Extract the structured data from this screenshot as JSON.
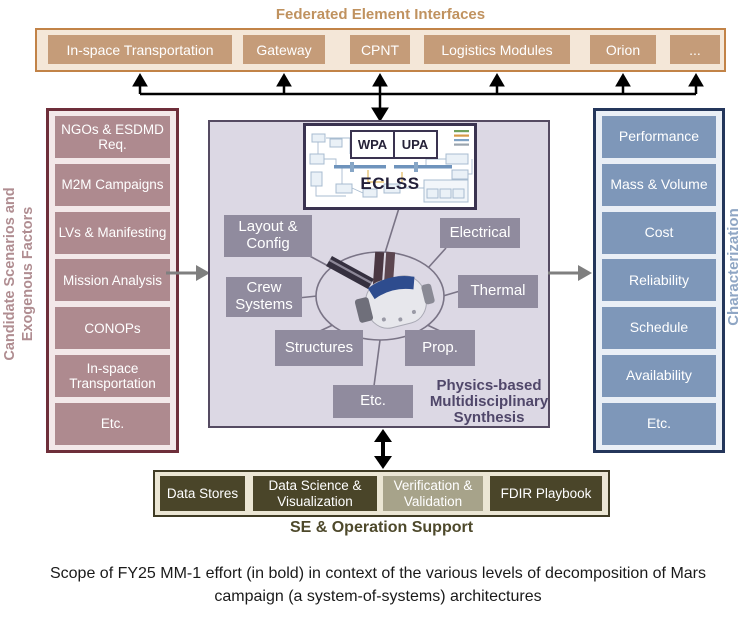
{
  "federated": {
    "title": "Federated Element Interfaces",
    "items": [
      "In-space Transportation",
      "Gateway",
      "CPNT",
      "Logistics Modules",
      "Orion",
      "..."
    ]
  },
  "scenarios": {
    "label_lines": [
      "Candidate Scenarios and",
      "Exogenous Factors"
    ],
    "items": [
      "NGOs & ESDMD Req.",
      "M2M Campaigns",
      "LVs & Manifesting",
      "Mission Analysis",
      "CONOPs",
      "In-space Transportation",
      "Etc."
    ]
  },
  "characterization": {
    "label": "Characterization",
    "items": [
      "Performance",
      "Mass & Volume",
      "Cost",
      "Reliability",
      "Schedule",
      "Availability",
      "Etc."
    ]
  },
  "synthesis": {
    "inset": {
      "wpa": "WPA",
      "upa": "UPA",
      "name": "ECLSS"
    },
    "disciplines": {
      "layout_config": "Layout & Config",
      "electrical": "Electrical",
      "crew_systems": "Crew Systems",
      "thermal": "Thermal",
      "structures": "Structures",
      "prop": "Prop.",
      "etc": "Etc."
    },
    "label": "Physics-based Multidisciplinary Synthesis"
  },
  "se_support": {
    "items": [
      "Data Stores",
      "Data Science & Visualization",
      "Verification & Validation",
      "FDIR Playbook"
    ],
    "label": "SE & Operation Support"
  },
  "caption": "Scope of FY25 MM-1 effort (in bold) in context of the various levels of decomposition of Mars campaign (a system-of-systems) architectures",
  "colors": {
    "tan_box": "#C59C79",
    "tan_border": "#C28347",
    "tan_bg": "#F4E7D8",
    "tan_title": "#C0925F",
    "mauve_box": "#AE8A8F",
    "mauve_border": "#6E2E3A",
    "mauve_bg": "#F3E8E9",
    "mauve_label": "#B08D91",
    "blue_box": "#7E97B9",
    "blue_border": "#24365B",
    "blue_bg": "#EAEFF6",
    "blue_label": "#8FA6C4",
    "center_bg": "#DCD8E4",
    "center_border": "#554B62",
    "discipline_box": "#908B9E",
    "synthesis_text": "#50476A",
    "olive_box": "#4A4529",
    "olive_light_box": "#A7A38A",
    "olive_bg": "#EBE6D4",
    "olive_border": "#3F3B24",
    "olive_label": "#4E492B",
    "arrow_black": "#000000",
    "arrow_gray": "#7F7F7F"
  }
}
